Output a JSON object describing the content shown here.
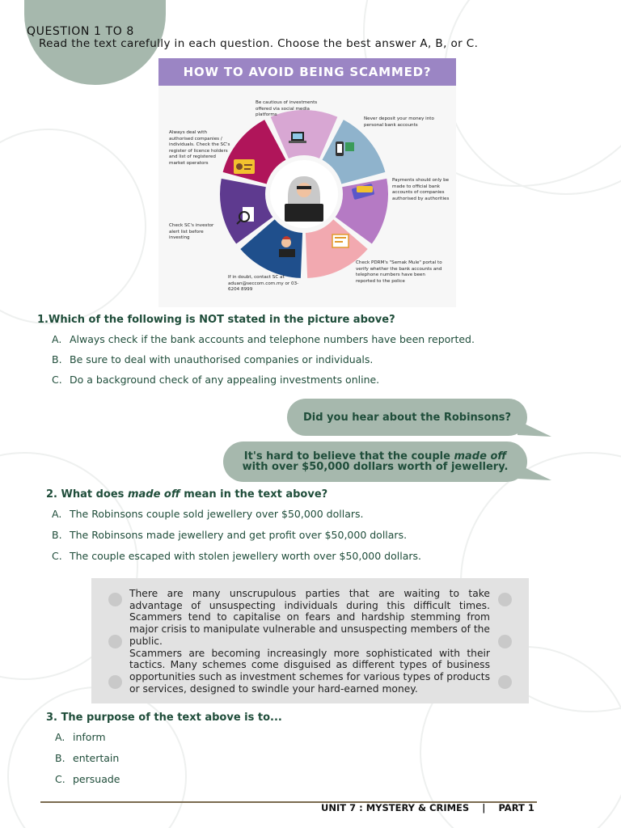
{
  "header": {
    "title": "QUESTION 1 TO 8",
    "instruction": "Read the text carefully in each question. Choose the best answer A, B, or C."
  },
  "infographic": {
    "title": "HOW TO AVOID BEING SCAMMED?",
    "captions": {
      "top": "Be cautious of investments offered via social media platforms",
      "top_right": "Never deposit your money into personal bank accounts",
      "right": "Payments should only be made to official bank accounts of companies authorised by authorities",
      "bottom_right": "Check PDRM's \"Semak Mule\" portal to verify whether the bank accounts and telephone numbers have been reported to the police",
      "bottom": "If in doubt, contact SC at aduan@seccom.com.my or 03-6204 8999",
      "left": "Check SC's investor alert list before investing",
      "top_left": "Always deal with authorised companies / individuals. Check the SC's register of licence holders and list of registered market operators"
    },
    "segment_colors": [
      "#d8a7d3",
      "#8fb3cc",
      "#b57ac4",
      "#f2a9b0",
      "#1f4f8c",
      "#5e3a8f",
      "#b0155a"
    ]
  },
  "q1": {
    "number": "1.",
    "text": "Which of the following is NOT stated in the picture above?",
    "options": [
      {
        "letter": "A.",
        "text": "Always check if the bank accounts and telephone numbers have been reported."
      },
      {
        "letter": "B.",
        "text": "Be sure to deal with unauthorised companies or individuals."
      },
      {
        "letter": "C.",
        "text": "Do a background check of any appealing investments online."
      }
    ]
  },
  "dialogue": {
    "line1": "Did you hear about the Robinsons?",
    "line2_before": "It's hard to believe that the couple ",
    "line2_emphasis": "made off",
    "line2_after": "with over $50,000 dollars worth of jewellery."
  },
  "q2": {
    "number": "2.",
    "text_before": "What does ",
    "text_emphasis": "made off",
    "text_after": " mean in the text above?",
    "options": [
      {
        "letter": "A.",
        "text": "The Robinsons couple sold jewellery over $50,000 dollars."
      },
      {
        "letter": "B.",
        "text": "The Robinsons made jewellery and get profit over $50,000 dollars."
      },
      {
        "letter": "C.",
        "text": "The couple escaped with stolen jewellery worth over $50,000 dollars."
      }
    ]
  },
  "passage": {
    "paragraph1": "There are many unscrupulous parties that are waiting to take advantage of unsuspecting individuals during this difficult times. Scammers tend to capitalise on fears and hardship stemming from major crisis to manipulate vulnerable and unsuspecting members of the public.",
    "paragraph2": "Scammers are becoming increasingly more sophisticated with their tactics. Many schemes come disguised as different types of business opportunities such as investment schemes for various types of products or services, designed to swindle your hard-earned money."
  },
  "q3": {
    "number": "3.",
    "text": "The purpose of the text above is to...",
    "options": [
      {
        "letter": "A.",
        "text": "inform"
      },
      {
        "letter": "B.",
        "text": "entertain"
      },
      {
        "letter": "C.",
        "text": "persuade"
      }
    ]
  },
  "footer": {
    "unit": "UNIT 7 : MYSTERY & CRIMES",
    "separator": "|",
    "part": "PART 1"
  }
}
